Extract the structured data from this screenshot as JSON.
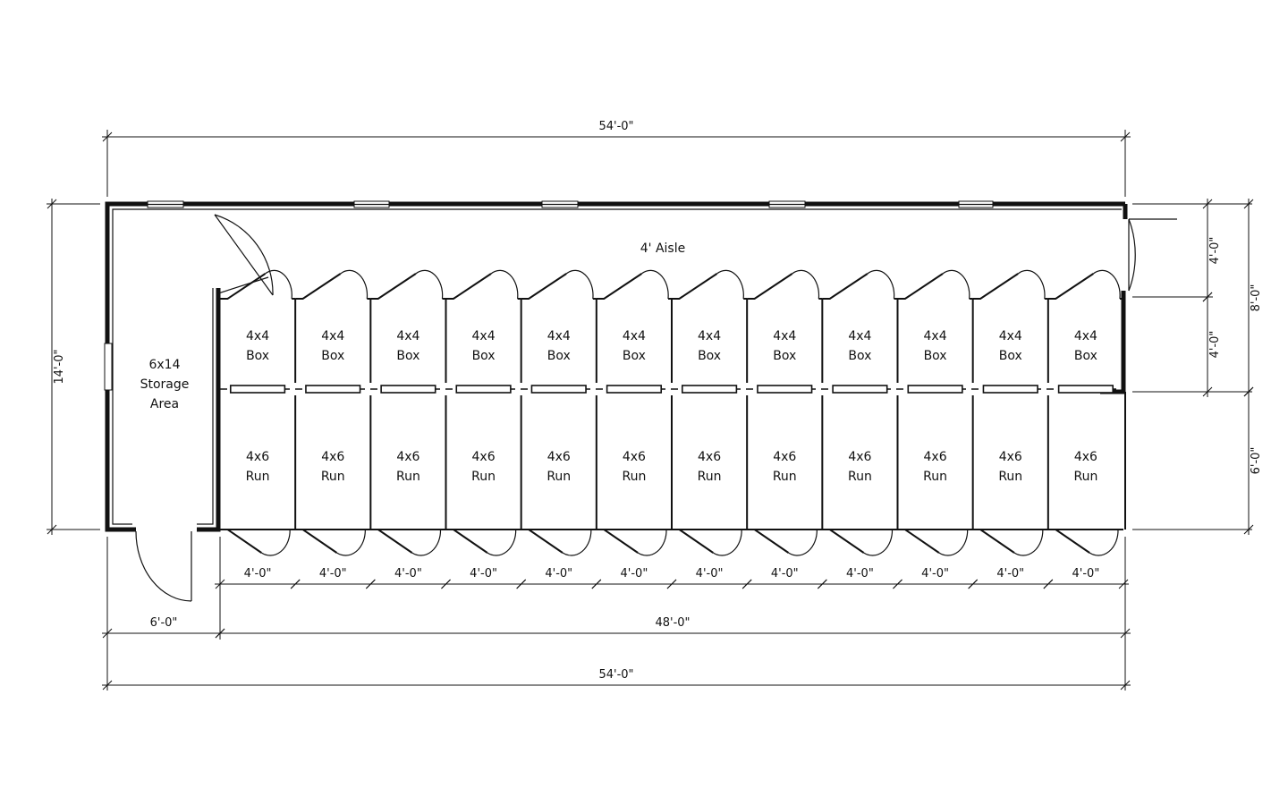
{
  "labels": {
    "aisle": "4' Aisle",
    "storage_line1": "6x14",
    "storage_line2": "Storage",
    "storage_line3": "Area",
    "box_line1": "4x4",
    "box_line2": "Box",
    "run_line1": "4x6",
    "run_line2": "Run"
  },
  "unit_count": 12,
  "dimensions": {
    "top_overall": "54'-0\"",
    "bottom_overall": "54'-0\"",
    "runs_total": "48'-0\"",
    "storage_width": "6'-0\"",
    "unit_width": "4'-0\"",
    "left_height": "14'-0\"",
    "right_aisle": "4'-0\"",
    "right_box": "4'-0\"",
    "right_aisle_box": "8'-0\"",
    "right_run": "6'-0\""
  }
}
